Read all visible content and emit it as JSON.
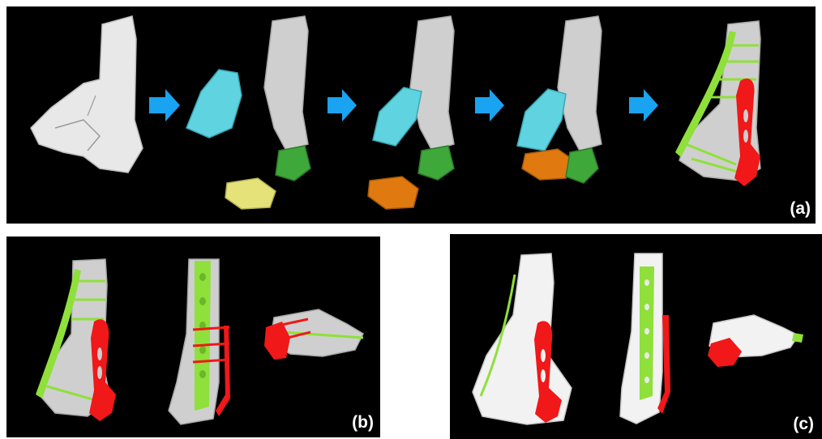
{
  "panels": {
    "a": {
      "label": "(a)"
    },
    "b": {
      "label": "(b)"
    },
    "c": {
      "label": "(c)"
    }
  },
  "colors": {
    "background": "#000000",
    "bone": "#d9d9d9",
    "bone_white": "#f2f2f2",
    "fragment_cyan": "#5fd3e0",
    "fragment_yellow": "#e6e27a",
    "fragment_orange": "#e07a10",
    "fragment_green": "#3fa83a",
    "plate_green": "#8fe03a",
    "plate_red": "#f01818",
    "arrow_blue": "#1aa3f0"
  }
}
